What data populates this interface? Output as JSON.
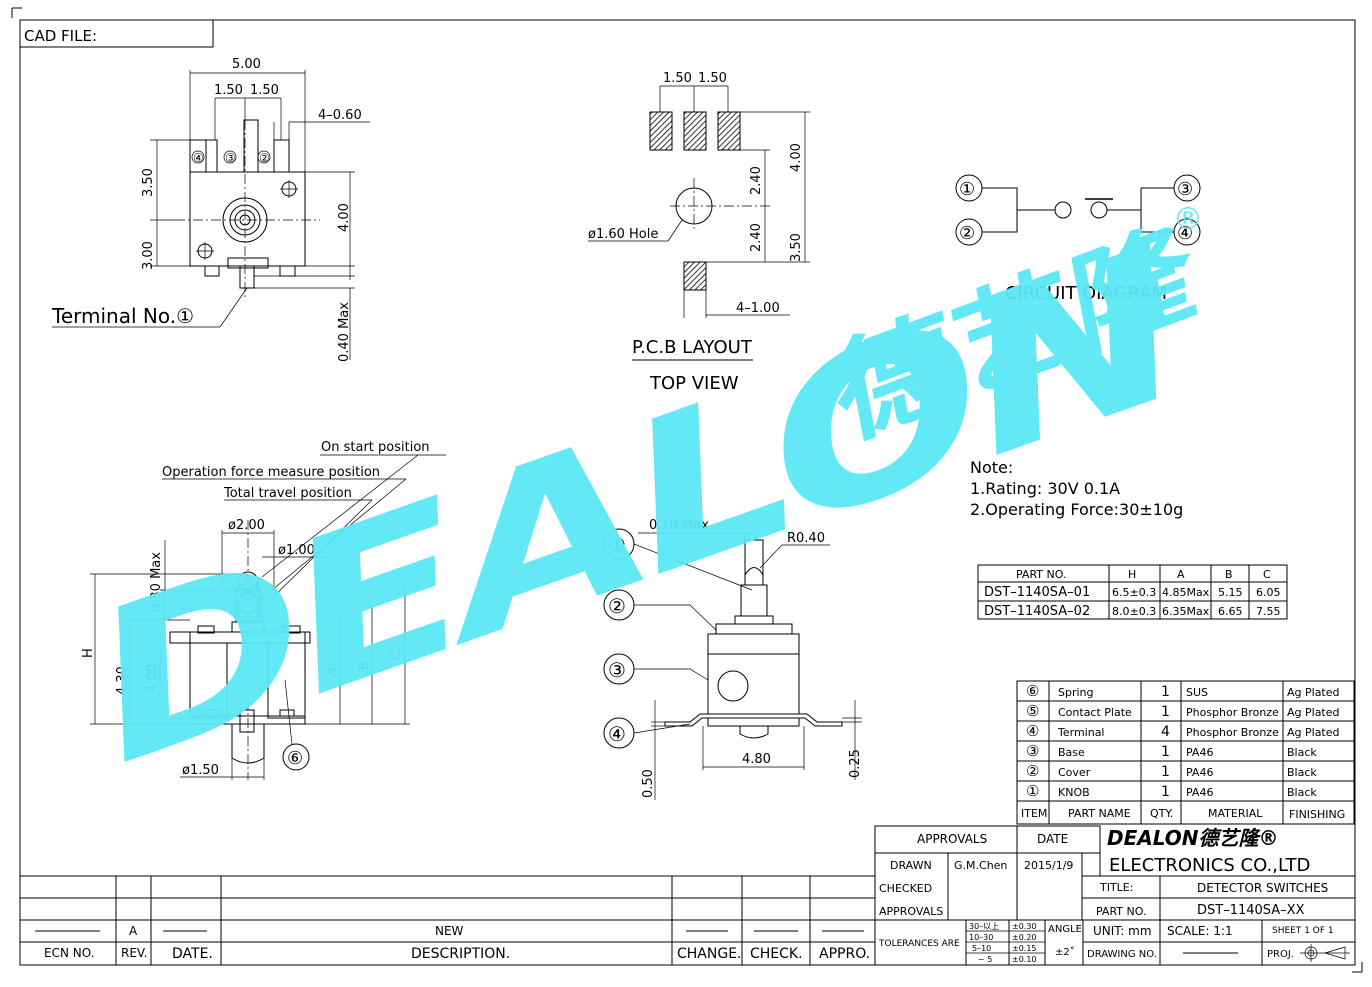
{
  "cad_file_label": "CAD FILE:",
  "colors": {
    "watermark": "#5be8f5",
    "line": "#000000"
  },
  "top_view": {
    "dims": {
      "width": "5.00",
      "pitch_a": "1.50",
      "pitch_b": "1.50",
      "lead_width": "4–0.60",
      "h_top": "3.50",
      "h_bottom": "3.00",
      "depth": "4.00",
      "lead_len": "0.40 Max"
    },
    "terminals": [
      "④",
      "③",
      "②"
    ],
    "terminal_callout": "Terminal No.①"
  },
  "pcb_layout": {
    "dims": {
      "pitch_a": "1.50",
      "pitch_b": "1.50",
      "height": "4.00",
      "upper": "2.40",
      "lower": "2.40",
      "pad_side": "3.50",
      "pad_size": "4–1.00"
    },
    "hole": "ø1.60  Hole",
    "title": "P.C.B  LAYOUT",
    "subtitle": "TOP  VIEW"
  },
  "circuit": {
    "nodes": [
      "①",
      "②",
      "③",
      "④"
    ],
    "title": "CIRCUIT  DIAGRAM"
  },
  "side_view": {
    "positions": [
      "On  start  position",
      "Operation  force  measure  position",
      "Total  travel  position"
    ],
    "dims": {
      "stem": "ø2.00",
      "tip": "ø1.00",
      "over": "0.30 Max",
      "h": "H",
      "h1": "4.30",
      "h2": "4.00",
      "a": "A",
      "b": "B",
      "c": "C",
      "foot": "ø1.50"
    },
    "item_callout": "⑥"
  },
  "front_view": {
    "dims": {
      "gap": "0.10  Max",
      "radius": "R0.40",
      "width": "4.80",
      "thick1": "0.50",
      "thick2": "0.25"
    },
    "callouts": [
      "①",
      "②",
      "③",
      "④"
    ]
  },
  "notes": {
    "title": "Note:",
    "lines": [
      "1.Rating:  30V  0.1A",
      "2.Operating  Force:30±10g"
    ]
  },
  "part_table": {
    "headers": [
      "PART  NO.",
      "H",
      "A",
      "B",
      "C"
    ],
    "rows": [
      [
        "DST–1140SA–01",
        "6.5±0.3",
        "4.85Max",
        "5.15",
        "6.05"
      ],
      [
        "DST–1140SA–02",
        "8.0±0.3",
        "6.35Max",
        "6.65",
        "7.55"
      ]
    ]
  },
  "bom": {
    "rows": [
      [
        "⑥",
        "Spring",
        "1",
        "SUS",
        "Ag  Plated"
      ],
      [
        "⑤",
        "Contact  Plate",
        "1",
        "Phosphor  Bronze",
        "Ag  Plated"
      ],
      [
        "④",
        "Terminal",
        "4",
        "Phosphor  Bronze",
        "Ag  Plated"
      ],
      [
        "③",
        "Base",
        "1",
        "PA46",
        "Black"
      ],
      [
        "②",
        "Cover",
        "1",
        "PA46",
        "Black"
      ],
      [
        "①",
        "KNOB",
        "1",
        "PA46",
        "Black"
      ]
    ],
    "headers": [
      "ITEM",
      "PART  NAME",
      "QTY.",
      "MATERIAL",
      "FINISHING"
    ]
  },
  "title_block": {
    "approvals": "APPROVALS",
    "date_label": "DATE",
    "drawn_label": "DRAWN",
    "drawn_by": "G.M.Chen",
    "drawn_date": "2015/1/9",
    "checked_label": "CHECKED",
    "approvals2": "APPROVALS",
    "company_logo": "DEALON德艺隆®",
    "company_name": "ELECTRONICS  CO.,LTD",
    "title_label": "TITLE:",
    "title_value": "DETECTOR  SWITCHES",
    "partno_label": "PART  NO.",
    "partno_value": "DST–1140SA–XX",
    "tolerances_label": "TOLERANCES  ARE",
    "tol_ranges": [
      "30–以上",
      "10–30",
      "5–10",
      "~ 5"
    ],
    "tol_values": [
      "±0.30",
      "±0.20",
      "±0.15",
      "±0.10"
    ],
    "angle_label": "ANGLE",
    "angle_value": "±2˚",
    "unit": "UNIT:  mm",
    "scale": "SCALE:   1:1",
    "sheet": "SHEET   1  OF  1",
    "drawing_no_label": "DRAWING  NO.",
    "proj_label": "PROJ."
  },
  "revision_block": {
    "row_rev": "A",
    "row_desc": "NEW",
    "headers": [
      "ECN  NO.",
      "REV.",
      "DATE.",
      "DESCRIPTION.",
      "CHANGE.",
      "CHECK.",
      "APPRO."
    ]
  },
  "watermark": {
    "latin": "DEALON",
    "cjk": "德艺隆",
    "reg": "®"
  }
}
